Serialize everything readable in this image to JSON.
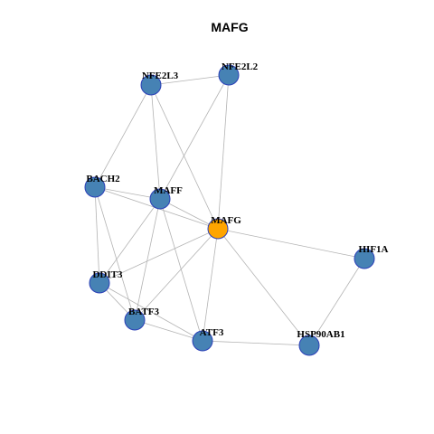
{
  "title": "MAFG",
  "colors": {
    "node_fill": "#4682b4",
    "hub_fill": "#ffa500",
    "node_border": "#2b3fb8",
    "edge": "#b3b3b3"
  },
  "network": {
    "center": "MAFG",
    "nodes": [
      {
        "id": "NFE2L3",
        "label": "NFE2L3"
      },
      {
        "id": "NFE2L2",
        "label": "NFE2L2"
      },
      {
        "id": "BACH2",
        "label": "BACH2"
      },
      {
        "id": "MAFF",
        "label": "MAFF"
      },
      {
        "id": "MAFG",
        "label": "MAFG"
      },
      {
        "id": "HIF1A",
        "label": "HIF1A"
      },
      {
        "id": "DDIT3",
        "label": "DDIT3"
      },
      {
        "id": "BATF3",
        "label": "BATF3"
      },
      {
        "id": "ATF3",
        "label": "ATF3"
      },
      {
        "id": "HSP90AB1",
        "label": "HSP90AB1"
      }
    ],
    "edges": [
      [
        "NFE2L3",
        "NFE2L2"
      ],
      [
        "NFE2L3",
        "BACH2"
      ],
      [
        "NFE2L3",
        "MAFF"
      ],
      [
        "NFE2L3",
        "MAFG"
      ],
      [
        "NFE2L2",
        "MAFF"
      ],
      [
        "NFE2L2",
        "MAFG"
      ],
      [
        "BACH2",
        "MAFF"
      ],
      [
        "BACH2",
        "MAFG"
      ],
      [
        "BACH2",
        "DDIT3"
      ],
      [
        "BACH2",
        "BATF3"
      ],
      [
        "MAFF",
        "MAFG"
      ],
      [
        "MAFF",
        "DDIT3"
      ],
      [
        "MAFF",
        "BATF3"
      ],
      [
        "MAFF",
        "ATF3"
      ],
      [
        "MAFG",
        "HIF1A"
      ],
      [
        "MAFG",
        "DDIT3"
      ],
      [
        "MAFG",
        "BATF3"
      ],
      [
        "MAFG",
        "ATF3"
      ],
      [
        "MAFG",
        "HSP90AB1"
      ],
      [
        "HIF1A",
        "HSP90AB1"
      ],
      [
        "DDIT3",
        "BATF3"
      ],
      [
        "DDIT3",
        "ATF3"
      ],
      [
        "BATF3",
        "ATF3"
      ],
      [
        "ATF3",
        "HSP90AB1"
      ]
    ]
  }
}
